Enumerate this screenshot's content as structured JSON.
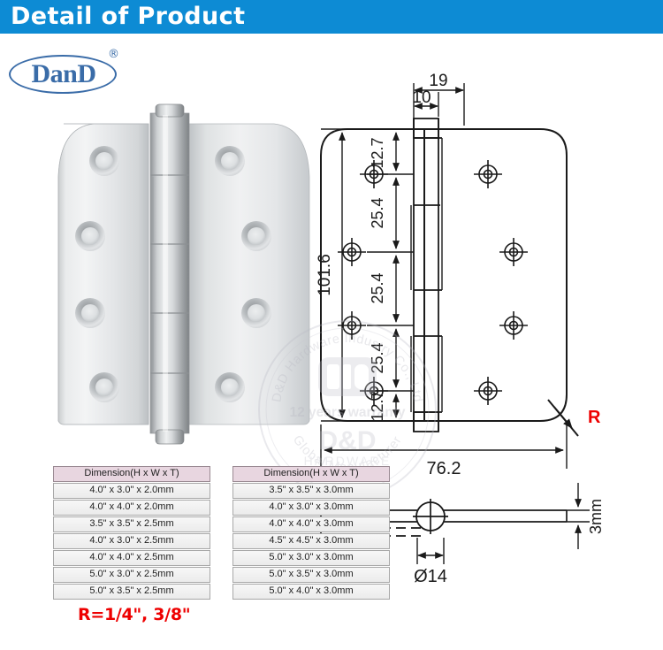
{
  "header": {
    "title": "Detail of Product",
    "bar_color": "#0d8bd4",
    "title_color": "#ffffff"
  },
  "logo": {
    "brand": "DanD",
    "registered_mark": "®",
    "color": "#3a6ca8"
  },
  "watermark": {
    "line_top": "D&D Hardware Industry Co., Ltd",
    "line_middle": "12 years warranty",
    "line_brand": "D&D",
    "line_sub": "HARDWARE",
    "line_bottom": "Global Manufacturer",
    "color": "#b9b9c4"
  },
  "photo": {
    "alt": "stainless steel butt hinge with ball bearing knuckle",
    "screw_holes_per_leaf": 4
  },
  "drawing": {
    "dim_19": "19",
    "dim_10": "10",
    "dim_total_height": "101.6",
    "dim_top_edge": "12.7",
    "dim_seg1": "25.4",
    "dim_seg2": "25.4",
    "dim_seg3": "25.4",
    "dim_bottom_edge": "12.7",
    "dim_width": "76.2",
    "radius_label": "R",
    "radius_label_color": "#ee0000",
    "dim_thickness": "3mm",
    "dim_pin_diameter": "Ø14",
    "holes_per_leaf": 4
  },
  "tables": {
    "header": "Dimension(H x W x T)",
    "header_bg": "#e8d6e0",
    "left_rows": [
      "4.0\" x 3.0\" x 2.0mm",
      "4.0\" x 4.0\" x 2.0mm",
      "3.5\" x 3.5\" x 2.5mm",
      "4.0\" x 3.0\" x 2.5mm",
      "4.0\" x 4.0\" x 2.5mm",
      "5.0\" x 3.0\" x 2.5mm",
      "5.0\" x 3.5\" x 2.5mm"
    ],
    "right_rows": [
      "3.5\" x 3.5\" x 3.0mm",
      "4.0\" x 3.0\" x 3.0mm",
      "4.0\" x 4.0\" x 3.0mm",
      "4.5\" x 4.5\" x 3.0mm",
      "5.0\" x 3.0\" x 3.0mm",
      "5.0\" x 3.5\" x 3.0mm",
      "5.0\" x 4.0\" x 3.0mm"
    ]
  },
  "notes": {
    "radius_note": "R=1/4\", 3/8\"",
    "radius_note_color": "#ee0000"
  }
}
